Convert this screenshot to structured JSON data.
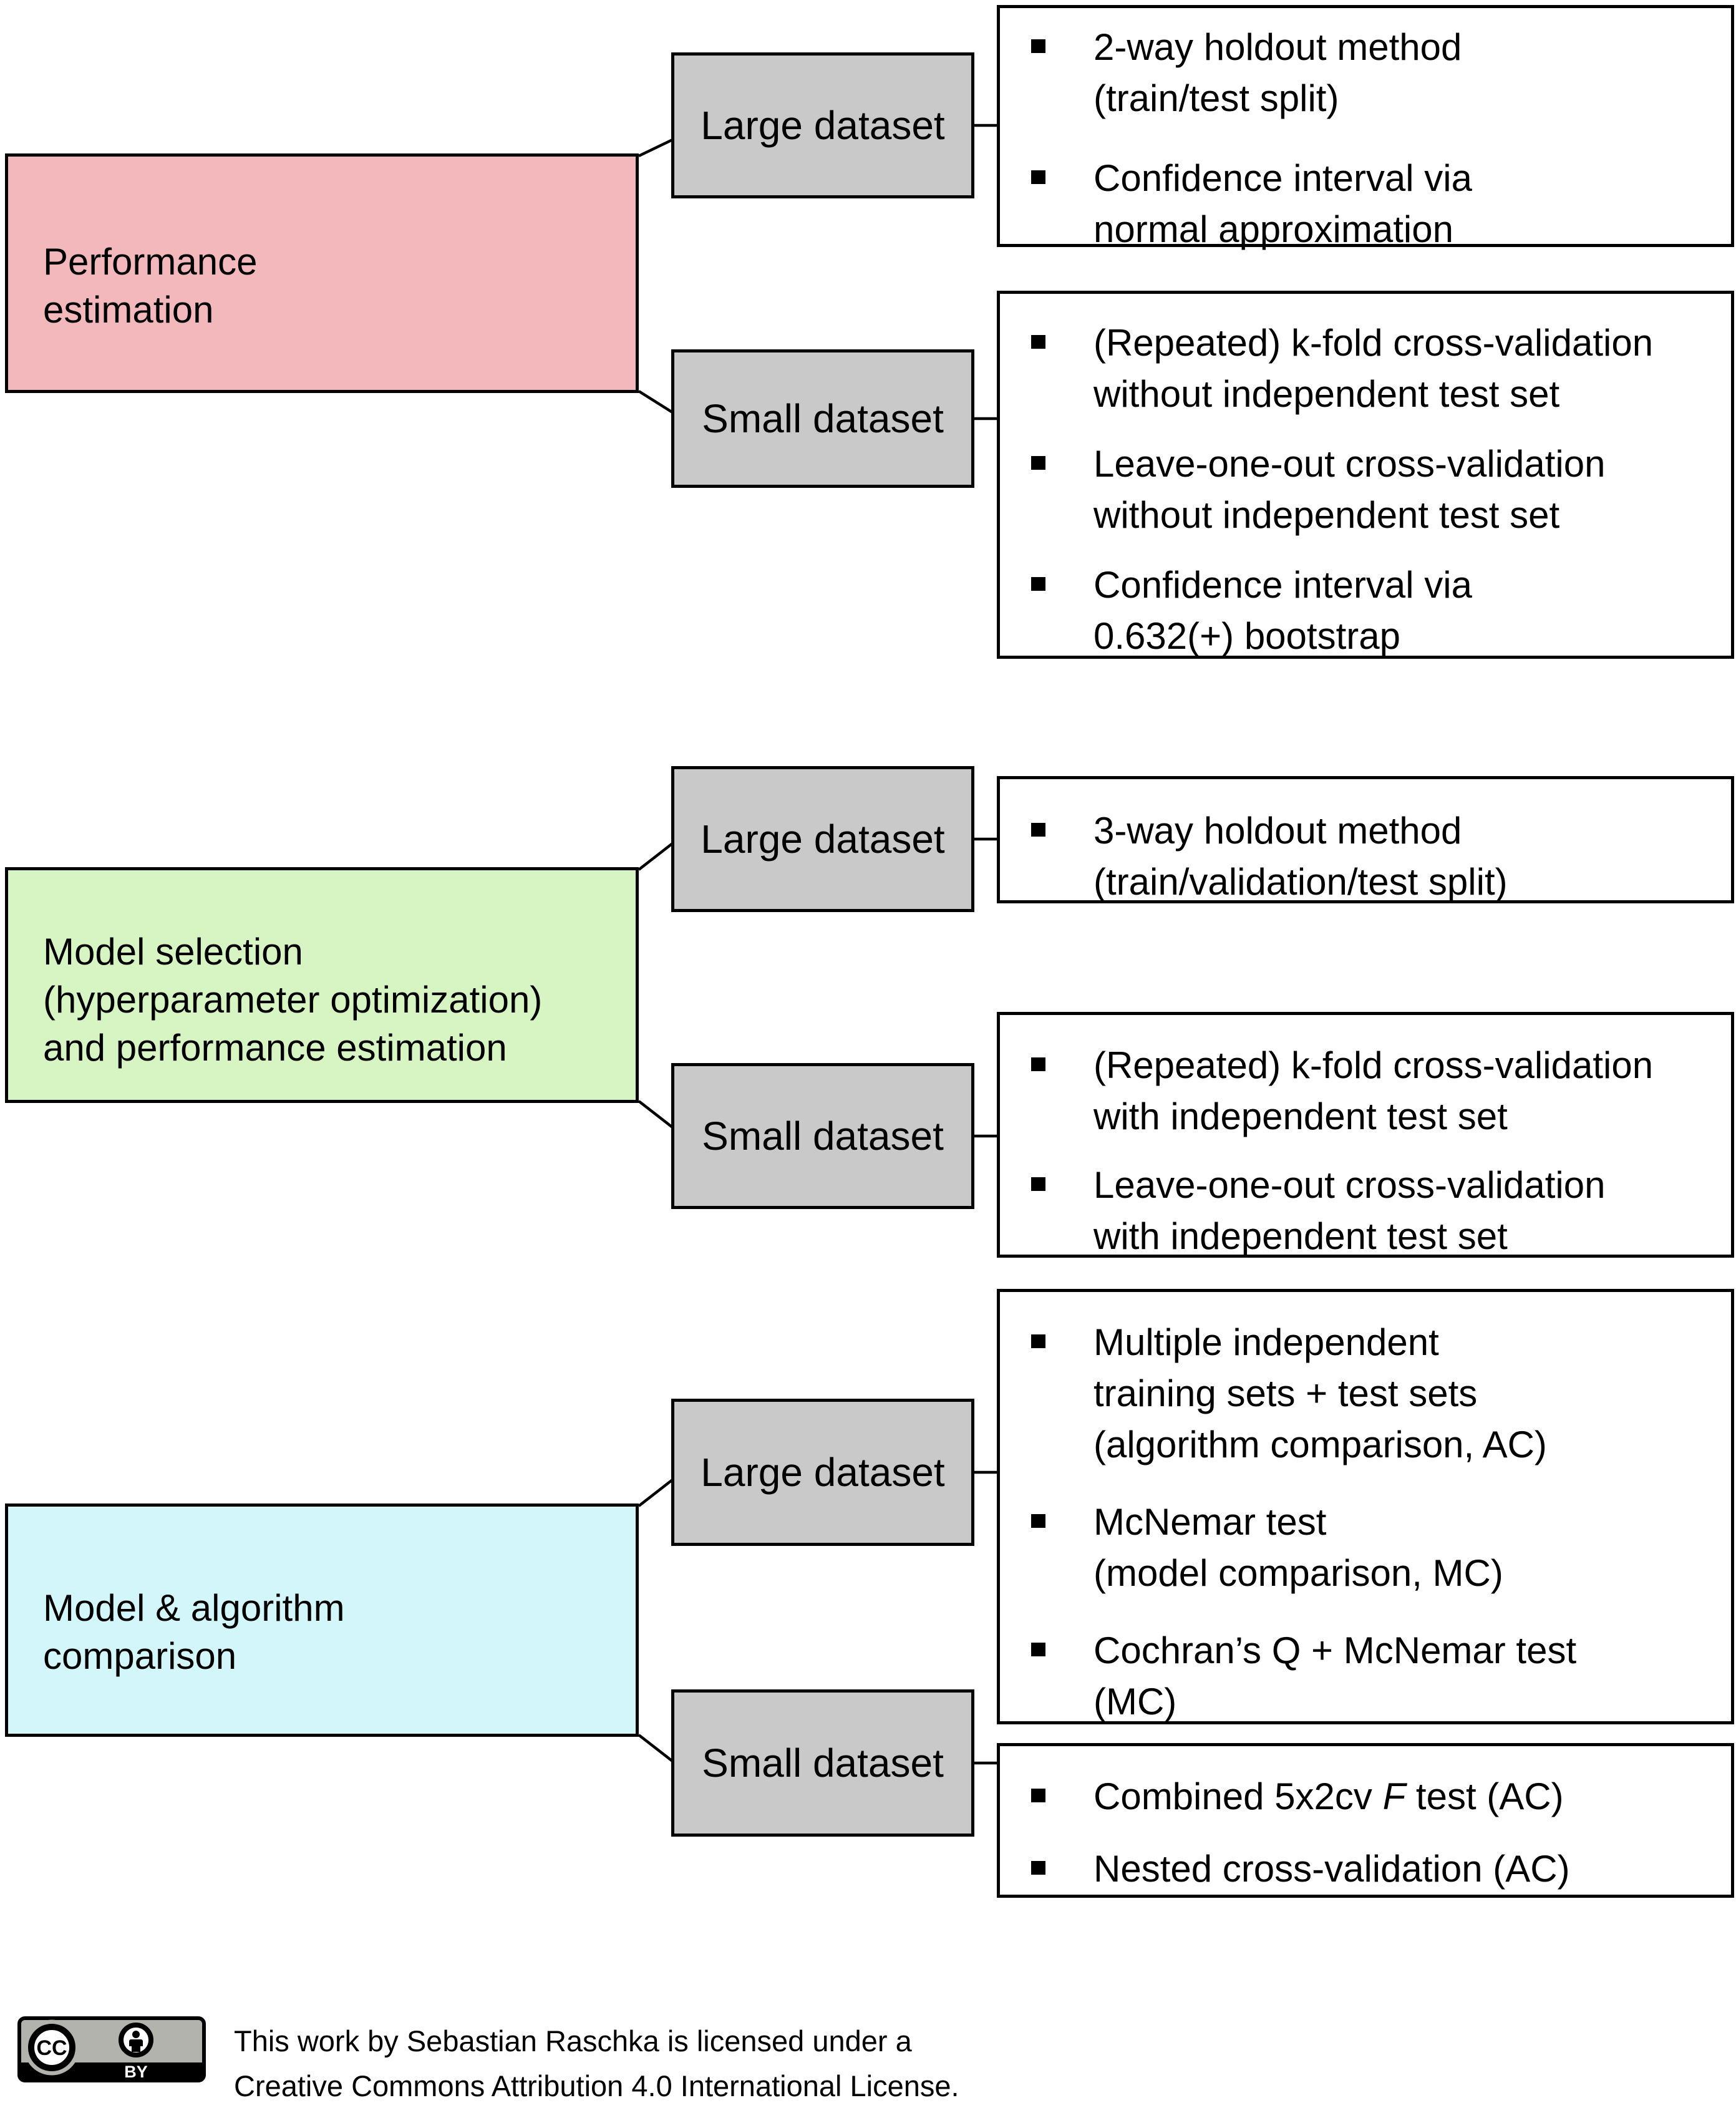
{
  "colors": {
    "pink": "#f2b8bc",
    "green": "#d6f5c3",
    "cyan": "#d3f6fa",
    "gray_box": "#c9c9c9",
    "border": "#000000",
    "badge_gray": "#b3b3ad"
  },
  "sections": [
    {
      "id": "performance-estimation",
      "label_lines": [
        "Performance",
        "estimation"
      ],
      "branches": [
        {
          "size_label": "Large dataset",
          "items": [
            {
              "lines": [
                "2-way holdout method",
                "(train/test split)"
              ]
            },
            {
              "lines": [
                "Confidence interval via",
                "normal approximation"
              ]
            }
          ]
        },
        {
          "size_label": "Small dataset",
          "items": [
            {
              "lines": [
                "(Repeated) k-fold cross-validation",
                "without independent test set"
              ]
            },
            {
              "lines": [
                "Leave-one-out cross-validation",
                "without independent test set"
              ]
            },
            {
              "lines": [
                "Confidence interval via",
                "0.632(+) bootstrap"
              ]
            }
          ]
        }
      ]
    },
    {
      "id": "model-selection",
      "label_lines": [
        "Model selection",
        "(hyperparameter optimization)",
        "and performance estimation"
      ],
      "branches": [
        {
          "size_label": "Large dataset",
          "items": [
            {
              "lines": [
                "3-way holdout method",
                "(train/validation/test split)"
              ]
            }
          ]
        },
        {
          "size_label": "Small dataset",
          "items": [
            {
              "lines": [
                "(Repeated) k-fold cross-validation",
                "with independent test set"
              ]
            },
            {
              "lines": [
                "Leave-one-out cross-validation",
                "with independent test set"
              ]
            }
          ]
        }
      ]
    },
    {
      "id": "model-algorithm-comparison",
      "label_lines": [
        "Model & algorithm",
        "comparison"
      ],
      "branches": [
        {
          "size_label": "Large dataset",
          "items": [
            {
              "lines": [
                "Multiple independent",
                "training sets + test sets",
                "(algorithm comparison, AC)"
              ]
            },
            {
              "lines": [
                "McNemar test",
                "(model comparison, MC)"
              ]
            },
            {
              "lines": [
                "Cochran’s Q + McNemar test",
                "(MC)"
              ]
            }
          ]
        },
        {
          "size_label": "Small dataset",
          "items": [
            {
              "rich": {
                "pre": "Combined 5x2cv ",
                "italic": "F",
                "post": " test (AC)"
              }
            },
            {
              "lines": [
                "Nested cross-validation (AC)"
              ]
            }
          ]
        }
      ]
    }
  ],
  "footer": {
    "badge": {
      "cc": "CC",
      "by": "BY"
    },
    "lines": [
      "This work by Sebastian Raschka is licensed under a",
      "Creative Commons Attribution 4.0 International License."
    ]
  }
}
